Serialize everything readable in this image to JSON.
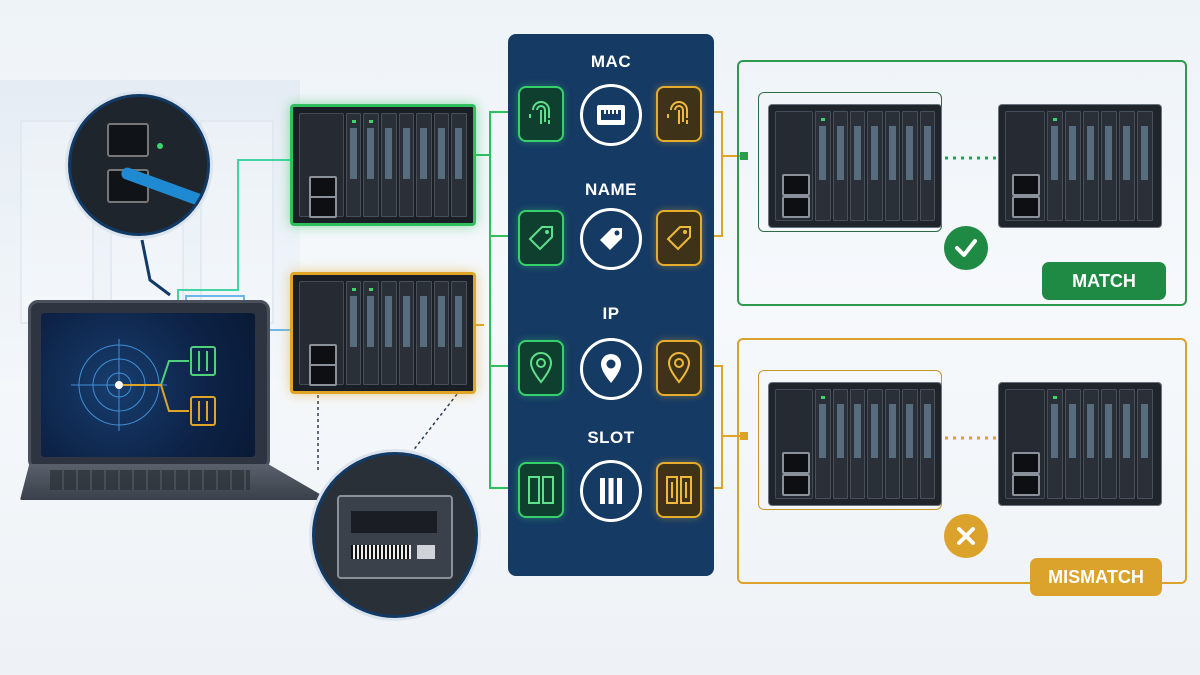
{
  "attributes": [
    {
      "label": "MAC",
      "icon_left": "fingerprint-icon",
      "icon_center": "ethernet-port-icon",
      "icon_right": "fingerprint-icon"
    },
    {
      "label": "NAME",
      "icon_left": "tag-icon",
      "icon_center": "tag-icon",
      "icon_right": "tag-icon"
    },
    {
      "label": "IP",
      "icon_left": "location-pin-icon",
      "icon_center": "location-pin-icon",
      "icon_right": "location-pin-icon"
    },
    {
      "label": "SLOT",
      "icon_left": "slot-bars-icon",
      "icon_center": "slot-bars-icon",
      "icon_right": "slot-bars-icon"
    }
  ],
  "results": {
    "match": {
      "label": "MATCH",
      "icon": "checkmark-icon",
      "color": "#1f8a43"
    },
    "mismatch": {
      "label": "MISMATCH",
      "icon": "x-mark-icon",
      "color": "#dba32c"
    }
  },
  "colors": {
    "panel": "#153a64",
    "green": "#2fbf5c",
    "yellow": "#e0a526"
  }
}
